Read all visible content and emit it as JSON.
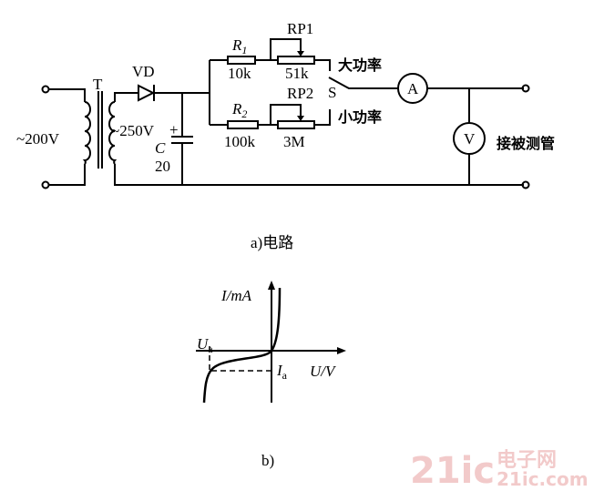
{
  "circuit": {
    "transformer": "T",
    "diode": "VD",
    "primary_voltage": "~200V",
    "secondary_voltage": "~250V",
    "cap_plus": "+",
    "cap_name": "C",
    "cap_value": "20",
    "r1_name": "R",
    "r1_sub": "1",
    "r1_value": "10k",
    "rp1_name": "RP1",
    "rp1_value": "51k",
    "r2_name": "R",
    "r2_sub": "2",
    "r2_value": "100k",
    "rp2_name": "RP2",
    "rp2_value": "3M",
    "switch": "S",
    "high_power": "大功率",
    "low_power": "小功率",
    "ammeter": "A",
    "voltmeter": "V",
    "dut": "接被测管",
    "caption": "a)电路"
  },
  "graph": {
    "y_label": "I/mA",
    "x_label": "U/V",
    "ua_main": "U",
    "ua_sub": "a",
    "ia_main": "I",
    "ia_sub": "a",
    "caption": "b)"
  },
  "watermark": {
    "main": "21ic",
    "cn": "电子网",
    "url": "21ic.com"
  }
}
